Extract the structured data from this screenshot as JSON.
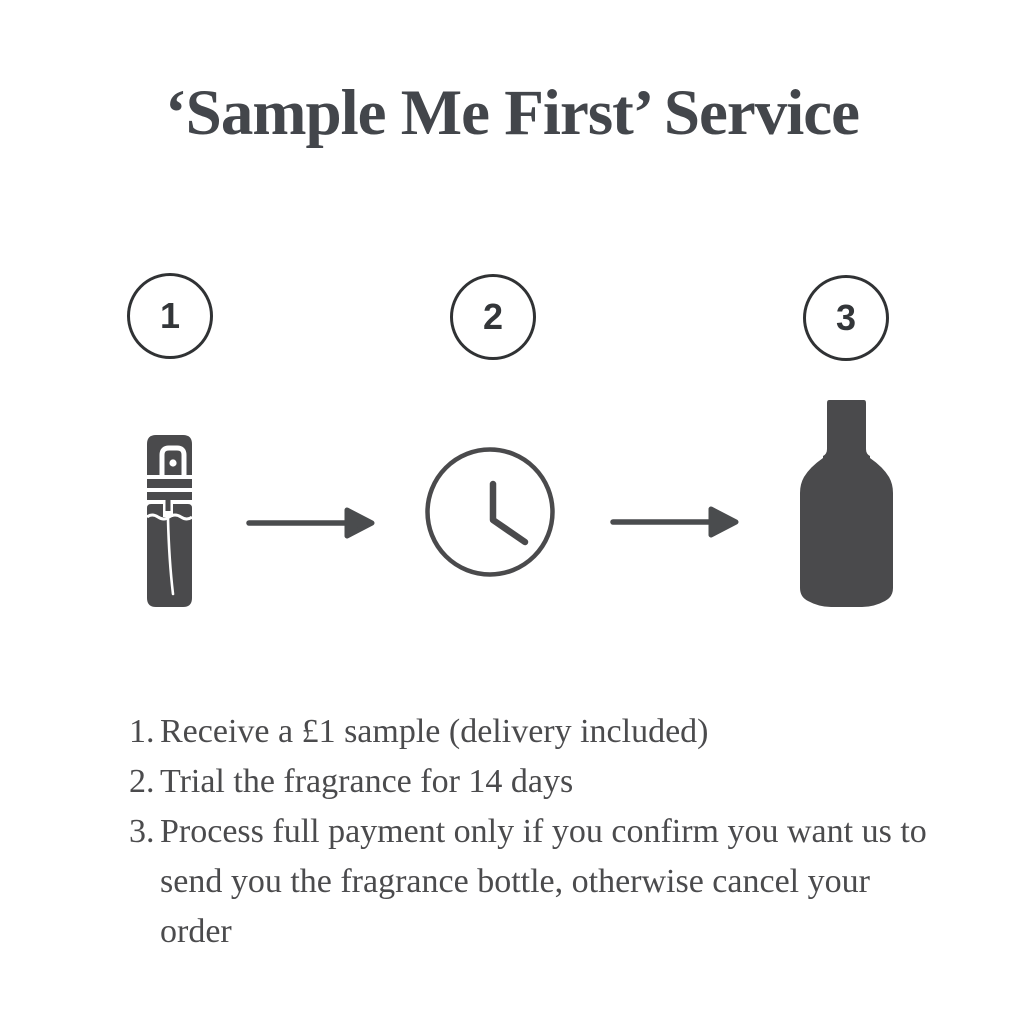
{
  "title": "‘Sample Me First’ Service",
  "steps": [
    {
      "number": "1",
      "icon": "sample-vial"
    },
    {
      "number": "2",
      "icon": "clock"
    },
    {
      "number": "3",
      "icon": "fragrance-bottle"
    }
  ],
  "instructions": [
    {
      "number": "1.",
      "text": "Receive a £1 sample (delivery included)"
    },
    {
      "number": "2.",
      "text": "Trial the fragrance for 14 days"
    },
    {
      "number": "3.",
      "text": "Process full payment only if you confirm you want us to\nsend you the fragrance bottle, otherwise cancel your order"
    }
  ],
  "colors": {
    "background": "#ffffff",
    "title": "#43464b",
    "body_text": "#4b4b4d",
    "icon": "#4a4a4c",
    "circle_outline": "#303234"
  }
}
